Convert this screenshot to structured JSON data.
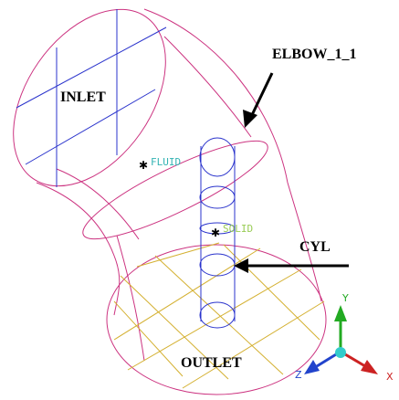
{
  "labels": {
    "inlet": "INLET",
    "outlet": "OUTLET",
    "elbow": "ELBOW_1_1",
    "cyl": "CYL",
    "fluid": "FLUID",
    "solid": "SOLID"
  },
  "axes": {
    "x": "X",
    "y": "Y",
    "z": "Z"
  },
  "colors": {
    "edge": "#cc3380",
    "cylinder": "#2a33cc",
    "outlet_grid": "#d4b030",
    "fluid_text": "#33b3b3",
    "solid_text": "#99cc55",
    "axis_x": "#cc2222",
    "axis_y": "#22aa22",
    "axis_z": "#2244cc",
    "axis_origin": "#33cccc"
  }
}
